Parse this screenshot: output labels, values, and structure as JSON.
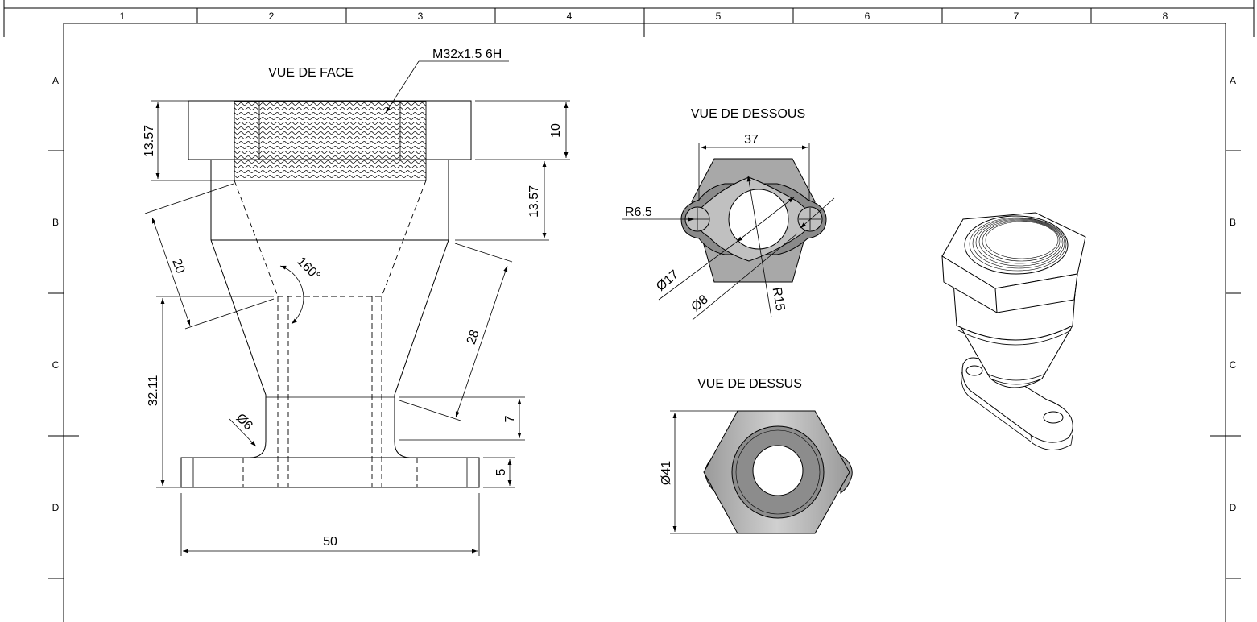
{
  "zones": {
    "columns": [
      "1",
      "2",
      "3",
      "4",
      "5",
      "6",
      "7",
      "8"
    ],
    "rows": [
      "A",
      "B",
      "C",
      "D"
    ]
  },
  "views": {
    "front": {
      "title": "VUE DE FACE",
      "thread_callout": "M32x1.5 6H",
      "dims": {
        "hex_height_left": "13.57",
        "hex_height_right": "10",
        "collar_height": "13.57",
        "slant_20": "20",
        "angle": "160°",
        "slant_28": "28",
        "bore_height": "32.11",
        "fillet_dia": "Ø6",
        "neck_7": "7",
        "flange_5": "5",
        "flange_width": "50"
      }
    },
    "bottom": {
      "title": "VUE DE DESSOUS",
      "dims": {
        "width": "37",
        "lug_radius": "R6.5",
        "outer_dia": "Ø17",
        "hole_dia": "Ø8",
        "body_radius": "R15"
      }
    },
    "top": {
      "title": "VUE DE DESSUS",
      "dims": {
        "hex_dia": "Ø41"
      }
    },
    "iso": {
      "icon": "isometric-part-icon"
    }
  },
  "colors": {
    "line": "#000000",
    "fill_light": "#c8c8c8",
    "fill_mid": "#a8a8a8",
    "fill_dark": "#8a8a8a",
    "paper": "#ffffff"
  }
}
